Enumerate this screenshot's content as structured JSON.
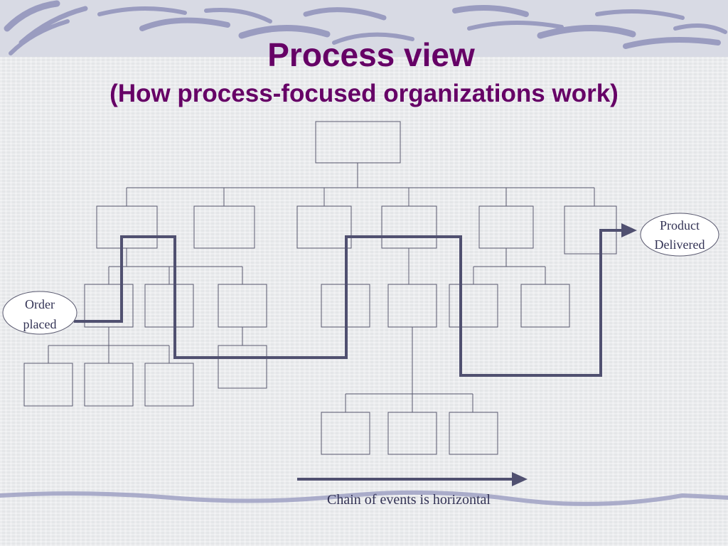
{
  "slide": {
    "title": "Process view",
    "subtitle": "(How process-focused organizations work)",
    "start_label_line1": "Order",
    "start_label_line2": "placed",
    "end_label_line1": "Product",
    "end_label_line2": "Delivered",
    "caption": "Chain of events is horizontal"
  },
  "colors": {
    "title": "#660066",
    "flow_line": "#505070",
    "box_border": "#5a5a70",
    "decor": "#9a9cc0"
  }
}
